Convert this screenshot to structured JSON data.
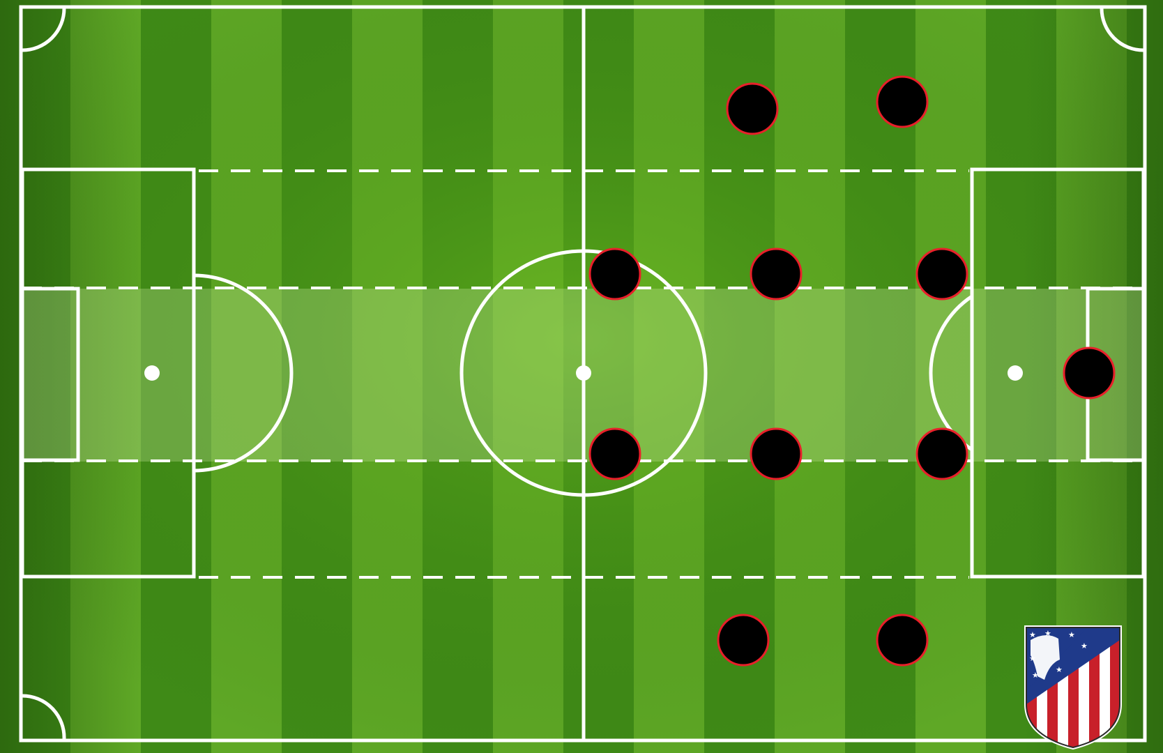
{
  "diagram": {
    "type": "football-tactical-pitch",
    "formation_players": [
      {
        "role": "left-forward-high"
      },
      {
        "role": "right-forward-high"
      },
      {
        "role": "midfield-left-inner"
      },
      {
        "role": "midfield-center-inner"
      },
      {
        "role": "defence-left-inner"
      },
      {
        "role": "goalkeeper"
      },
      {
        "role": "midfield-left-lower"
      },
      {
        "role": "midfield-center-lower"
      },
      {
        "role": "defence-right-inner"
      },
      {
        "role": "wide-left-low"
      },
      {
        "role": "wide-right-low"
      }
    ],
    "colors": {
      "grass_light": "#5fa826",
      "grass_dark": "#3f8a17",
      "line": "#ffffff",
      "zone_highlight": "#c8e6a0",
      "player_fill": "#000000",
      "player_outline": "#e8202a",
      "crest_blue": "#1f3a8a",
      "crest_red": "#c8202a"
    },
    "crest": {
      "icon": "atletico-madrid-crest-icon"
    }
  }
}
